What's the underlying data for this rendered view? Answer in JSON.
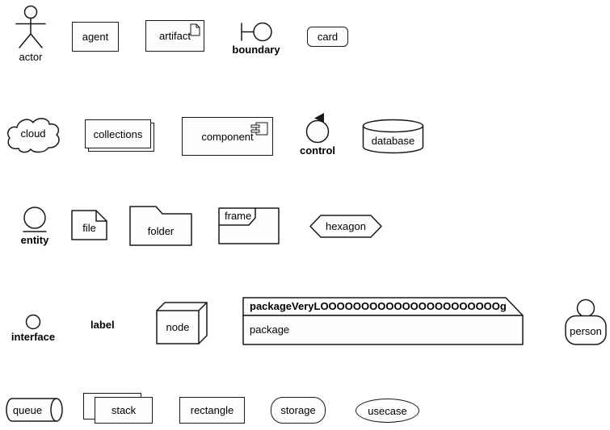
{
  "shapes": {
    "actor": {
      "label": "actor"
    },
    "agent": {
      "label": "agent"
    },
    "artifact": {
      "label": "artifact"
    },
    "boundary": {
      "label": "boundary"
    },
    "card": {
      "label": "card"
    },
    "cloud": {
      "label": "cloud"
    },
    "collections": {
      "label": "collections"
    },
    "component": {
      "label": "component"
    },
    "control": {
      "label": "control"
    },
    "database": {
      "label": "database"
    },
    "entity": {
      "label": "entity"
    },
    "file": {
      "label": "file"
    },
    "folder": {
      "label": "folder"
    },
    "frame": {
      "label": "frame"
    },
    "hexagon": {
      "label": "hexagon"
    },
    "interface": {
      "label": "interface"
    },
    "label": {
      "label": "label"
    },
    "node": {
      "label": "node"
    },
    "package": {
      "title": "packageVeryLOOOOOOOOOOOOOOOOOOOOOOg",
      "label": "package"
    },
    "person": {
      "label": "person"
    },
    "queue": {
      "label": "queue"
    },
    "rectangle": {
      "label": "rectangle"
    },
    "stack": {
      "label": "stack"
    },
    "storage": {
      "label": "storage"
    },
    "usecase": {
      "label": "usecase"
    }
  },
  "colors": {
    "stroke": "#181818",
    "fill": "#fdfdfd",
    "text": "#000000",
    "background": "#ffffff"
  }
}
